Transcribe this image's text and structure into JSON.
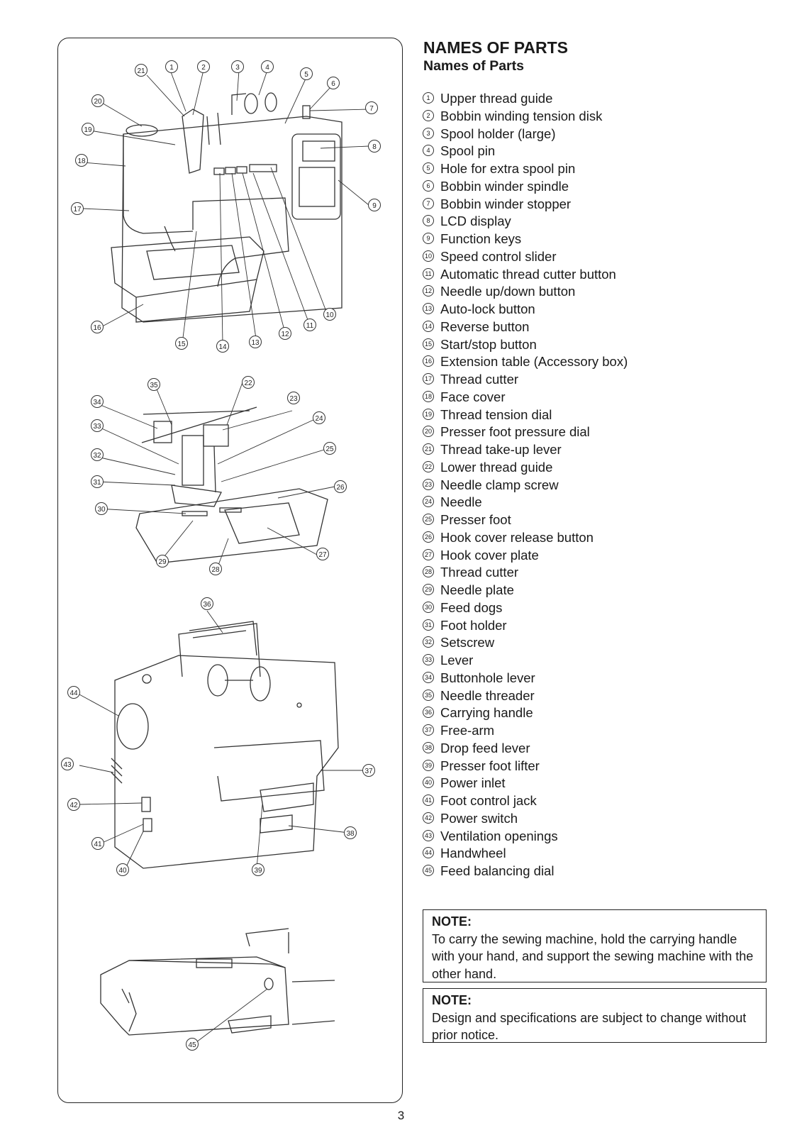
{
  "heading": "NAMES OF PARTS",
  "subheading": "Names of Parts",
  "parts": [
    {
      "num": "1",
      "label": "Upper thread guide"
    },
    {
      "num": "2",
      "label": "Bobbin winding tension disk"
    },
    {
      "num": "3",
      "label": "Spool holder (large)"
    },
    {
      "num": "4",
      "label": "Spool pin"
    },
    {
      "num": "5",
      "label": "Hole for extra spool pin"
    },
    {
      "num": "6",
      "label": "Bobbin winder spindle"
    },
    {
      "num": "7",
      "label": "Bobbin winder stopper"
    },
    {
      "num": "8",
      "label": "LCD display"
    },
    {
      "num": "9",
      "label": "Function keys"
    },
    {
      "num": "10",
      "label": "Speed control slider"
    },
    {
      "num": "11",
      "label": "Automatic thread cutter button"
    },
    {
      "num": "12",
      "label": "Needle up/down button"
    },
    {
      "num": "13",
      "label": "Auto-lock button"
    },
    {
      "num": "14",
      "label": "Reverse button"
    },
    {
      "num": "15",
      "label": "Start/stop button"
    },
    {
      "num": "16",
      "label": "Extension table (Accessory box)"
    },
    {
      "num": "17",
      "label": "Thread cutter"
    },
    {
      "num": "18",
      "label": "Face cover"
    },
    {
      "num": "19",
      "label": "Thread tension dial"
    },
    {
      "num": "20",
      "label": "Presser foot pressure dial"
    },
    {
      "num": "21",
      "label": "Thread take-up lever"
    },
    {
      "num": "22",
      "label": "Lower thread guide"
    },
    {
      "num": "23",
      "label": "Needle clamp screw"
    },
    {
      "num": "24",
      "label": "Needle"
    },
    {
      "num": "25",
      "label": "Presser foot"
    },
    {
      "num": "26",
      "label": "Hook cover release button"
    },
    {
      "num": "27",
      "label": "Hook cover plate"
    },
    {
      "num": "28",
      "label": "Thread cutter"
    },
    {
      "num": "29",
      "label": "Needle plate"
    },
    {
      "num": "30",
      "label": "Feed dogs"
    },
    {
      "num": "31",
      "label": "Foot holder"
    },
    {
      "num": "32",
      "label": "Setscrew"
    },
    {
      "num": "33",
      "label": "Lever"
    },
    {
      "num": "34",
      "label": "Buttonhole lever"
    },
    {
      "num": "35",
      "label": "Needle threader"
    },
    {
      "num": "36",
      "label": "Carrying handle"
    },
    {
      "num": "37",
      "label": "Free-arm"
    },
    {
      "num": "38",
      "label": "Drop feed lever"
    },
    {
      "num": "39",
      "label": "Presser foot lifter"
    },
    {
      "num": "40",
      "label": "Power inlet"
    },
    {
      "num": "41",
      "label": "Foot control jack"
    },
    {
      "num": "42",
      "label": "Power switch"
    },
    {
      "num": "43",
      "label": "Ventilation openings"
    },
    {
      "num": "44",
      "label": "Handwheel"
    },
    {
      "num": "45",
      "label": "Feed balancing dial"
    }
  ],
  "notes": [
    {
      "title": "NOTE:",
      "text": "To carry the sewing machine, hold the carrying handle with your hand, and support the sewing machine with the other hand."
    },
    {
      "title": "NOTE:",
      "text": "Design and specifications are subject to change without prior notice."
    }
  ],
  "page_number": "3"
}
